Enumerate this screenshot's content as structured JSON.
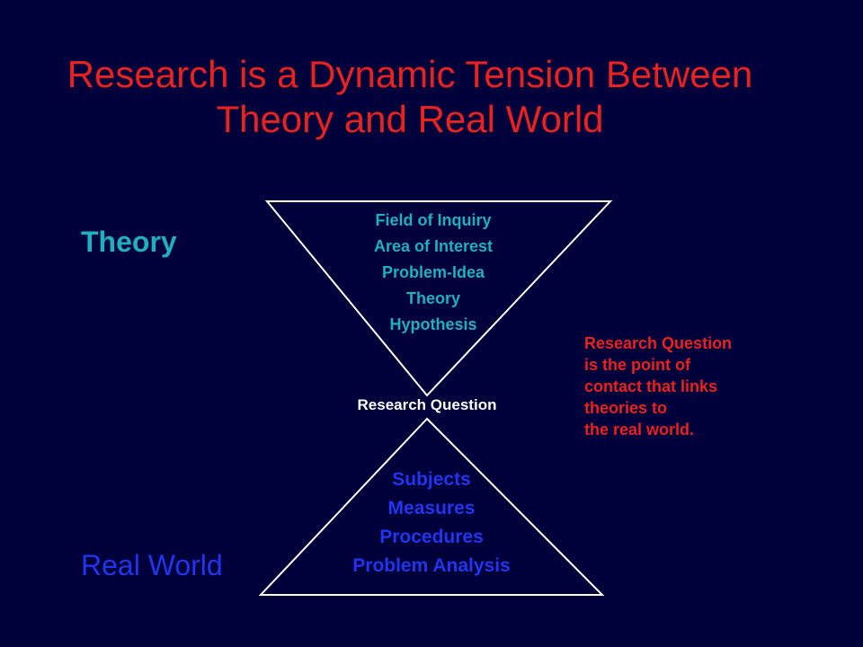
{
  "title": {
    "line1": "Research is a Dynamic Tension Between",
    "line2": "Theory and Real World"
  },
  "labels": {
    "theory": "Theory",
    "real_world": "Real World"
  },
  "top_triangle": {
    "items": [
      "Field of Inquiry",
      "Area of Interest",
      "Problem-Idea",
      "Theory",
      "Hypothesis"
    ]
  },
  "connector": "Research Question",
  "bottom_triangle": {
    "items": [
      "Subjects",
      "Measures",
      "Procedures",
      "Problem Analysis"
    ]
  },
  "note": {
    "lines": [
      "Research Question",
      "is the point of",
      "contact that links",
      "theories to",
      "the real world."
    ]
  },
  "colors": {
    "background": "#00003a",
    "title": "#e8231f",
    "theory": "#1fb0c0",
    "real_world": "#1f35f0",
    "outline": "#ffffff"
  }
}
